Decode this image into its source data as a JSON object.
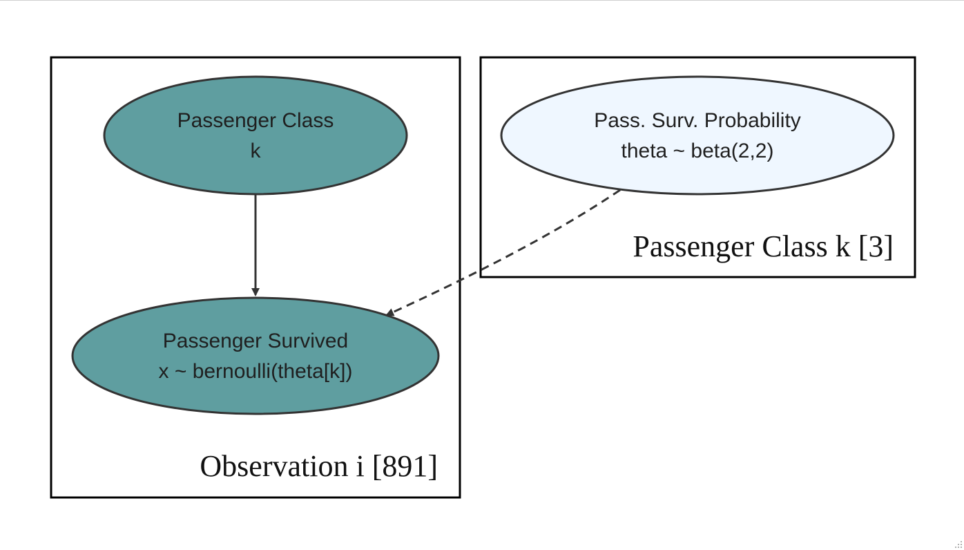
{
  "plates": {
    "observation": {
      "label": "Observation i [891]"
    },
    "passenger_class": {
      "label": "Passenger Class k [3]"
    }
  },
  "nodes": {
    "passenger_class": {
      "line1": "Passenger Class",
      "line2": "k",
      "fill": "#5f9ea0"
    },
    "passenger_survived": {
      "line1": "Passenger Survived",
      "line2": "x ~ bernoulli(theta[k])",
      "fill": "#5f9ea0"
    },
    "survival_probability": {
      "line1": "Pass. Surv. Probability",
      "line2": "theta ~ beta(2,2)",
      "fill": "#eff7ff"
    }
  },
  "colors": {
    "stroke": "#333333",
    "plate_border": "#000000"
  },
  "icons": {
    "resize_grip": "resize-grip-icon"
  }
}
